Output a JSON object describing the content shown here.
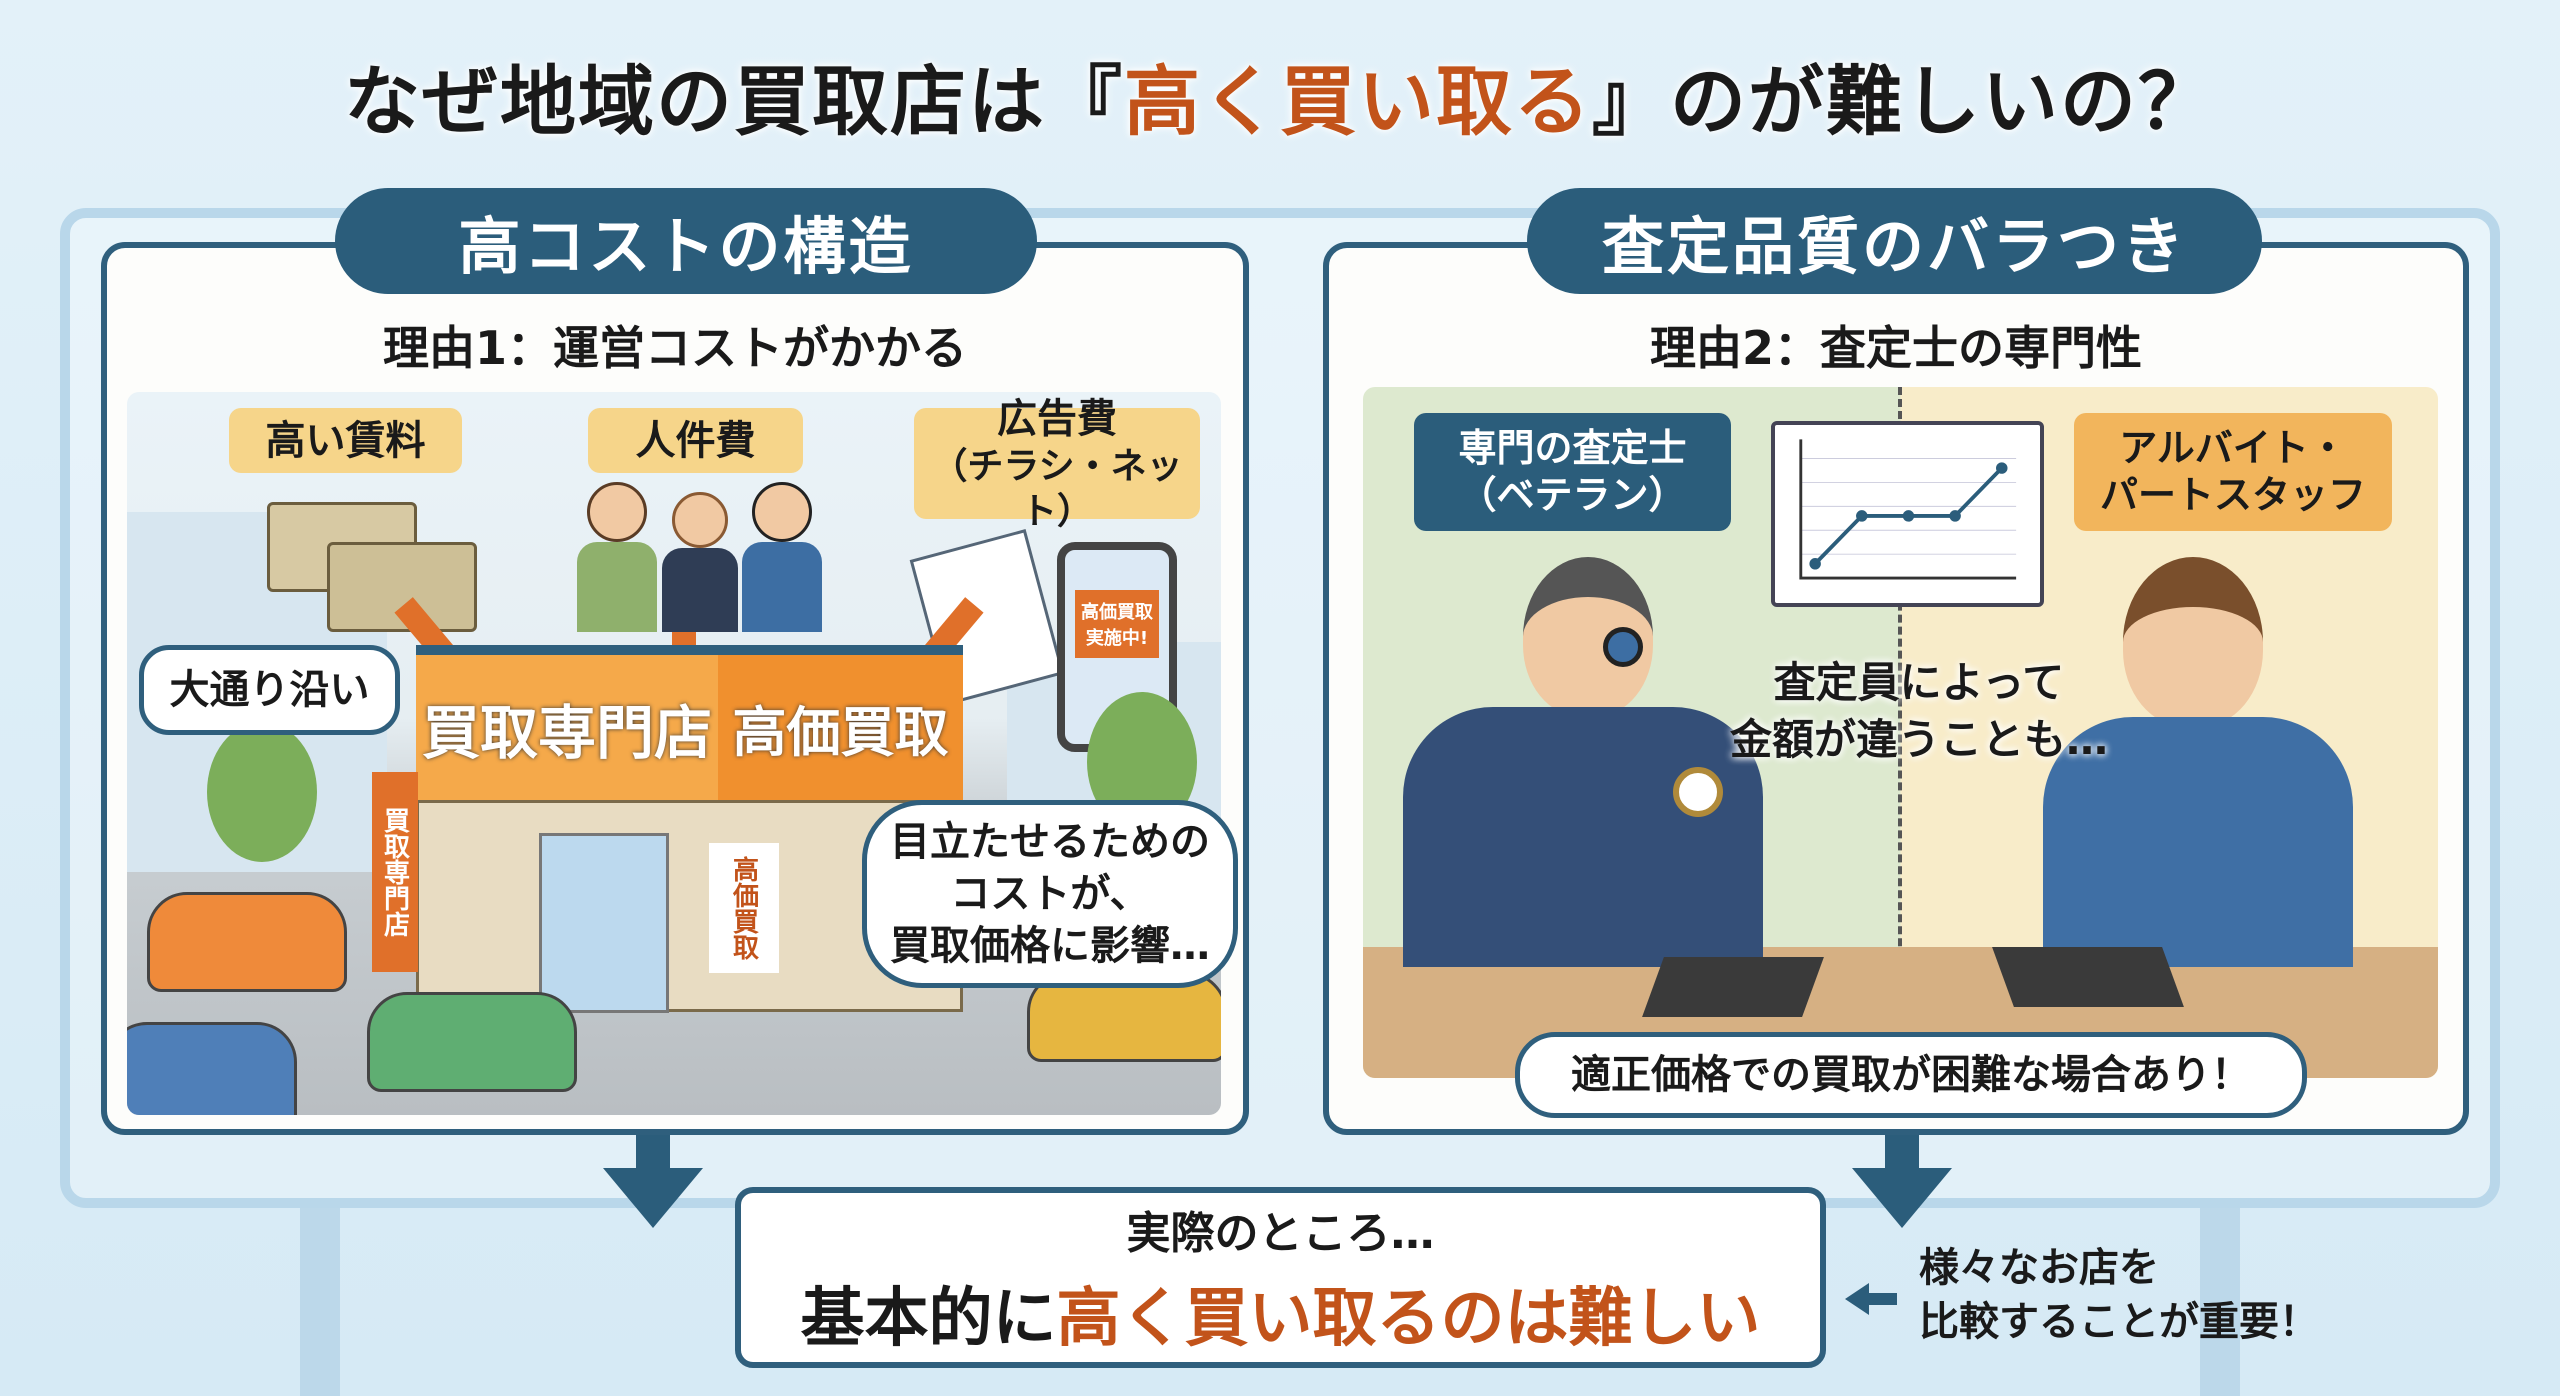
{
  "title": {
    "prefix": "なぜ地域の買取店は『",
    "highlight": "高く買い取る",
    "suffix": "』のが難しいの？"
  },
  "left": {
    "header": "高コストの構造",
    "reason": "理由1：運営コストがかかる",
    "tags": [
      "高い賃料",
      "人件費",
      "広告費",
      "（チラシ・ネット）"
    ],
    "location_bubble": "大通り沿い",
    "shop_sign_front": "買取専門店",
    "shop_sign_side": "高価買取",
    "standing_sign": "買取専門店",
    "window_poster": "高価買取",
    "phone_ad": "高価買取実施中!",
    "cost_bubble": [
      "目立たせるための",
      "コストが、",
      "買取価格に影響…"
    ]
  },
  "right": {
    "header": "査定品質のバラつき",
    "reason": "理由2：査定士の専門性",
    "expert_label": [
      "専門の査定士",
      "（ベテラン）"
    ],
    "parttime_label": [
      "アルバイト・",
      "パートスタッフ"
    ],
    "middle_text": [
      "査定員によって",
      "金額が違うことも…"
    ],
    "bottom_bubble": "適正価格での買取が困難な場合あり！",
    "mini_chart": [
      1,
      3,
      3,
      3,
      5
    ]
  },
  "conclusion": {
    "lead": "実際のところ…",
    "prefix": "基本的に",
    "highlight": "高く買い取るのは難しい"
  },
  "advice": [
    "様々なお店を",
    "比較することが重要！"
  ],
  "colors": {
    "navy": "#2b5d7b",
    "orange": "#c2531a",
    "tag": "#f6d58a"
  }
}
